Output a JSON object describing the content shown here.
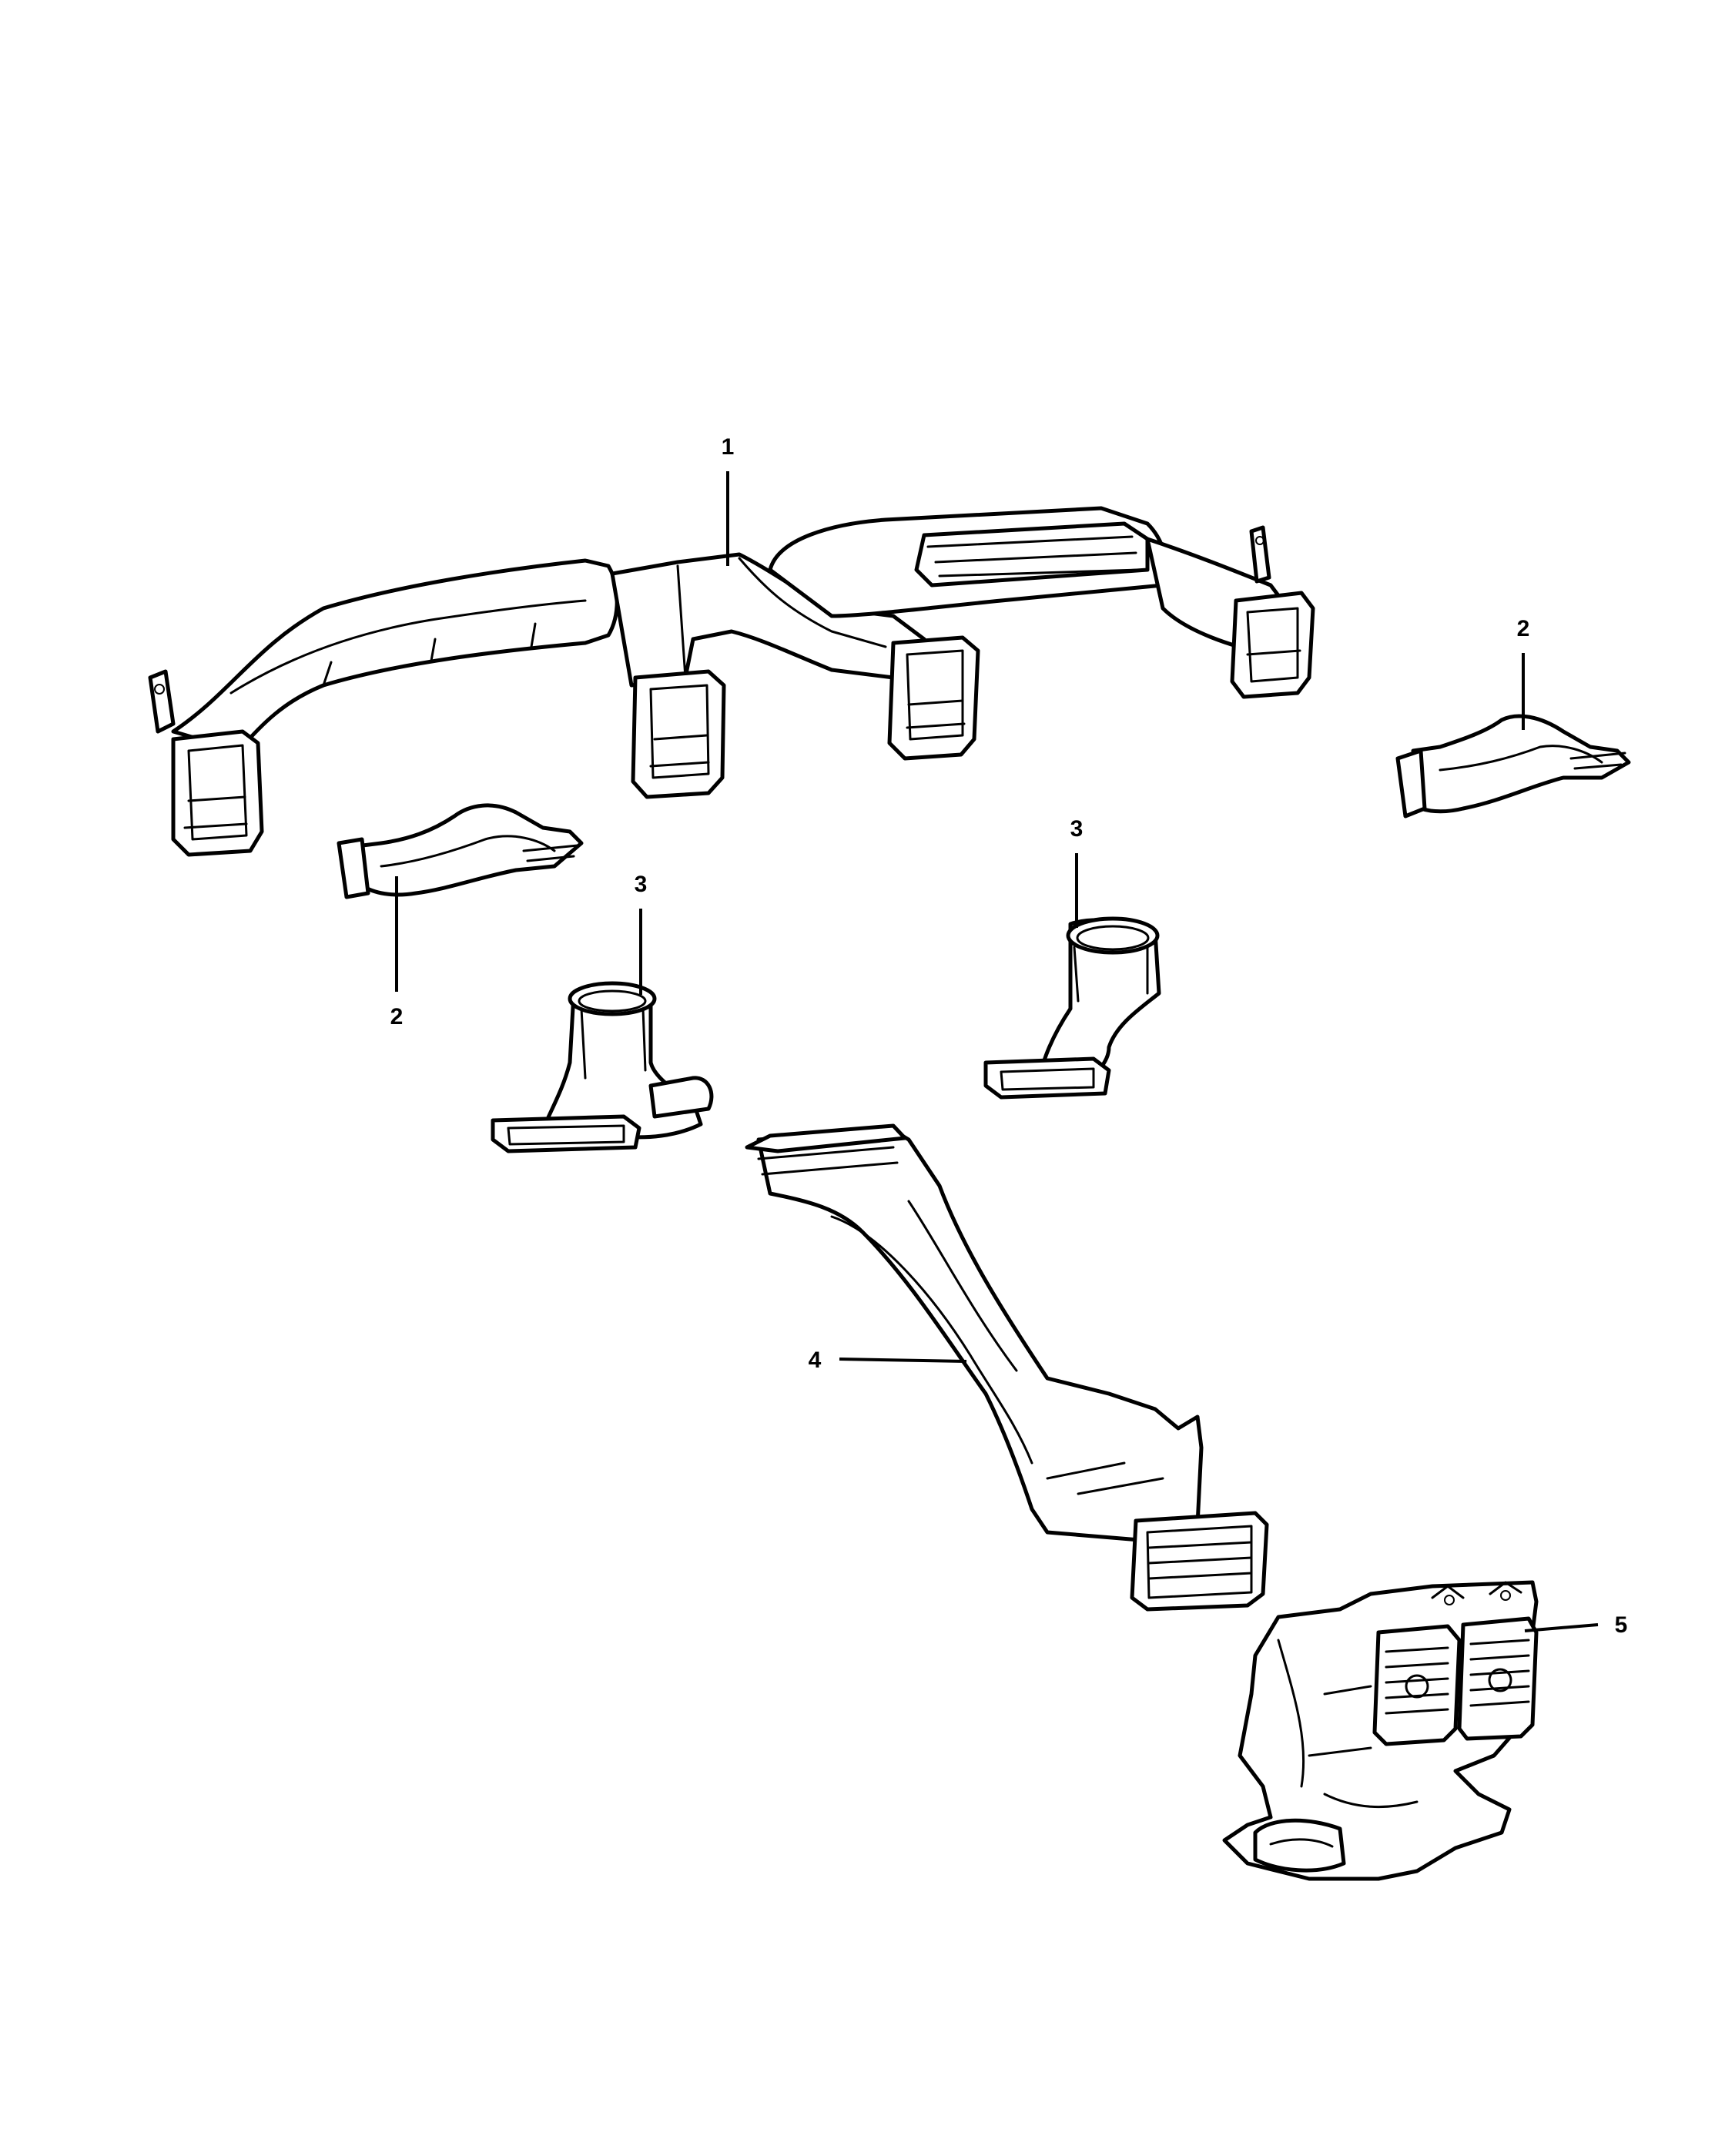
{
  "colors": {
    "line": "#000000",
    "background": "#ffffff"
  },
  "callouts": {
    "c1": "1",
    "c2a": "2",
    "c2b": "2",
    "c3a": "3",
    "c3b": "3",
    "c4": "4",
    "c5": "5"
  }
}
